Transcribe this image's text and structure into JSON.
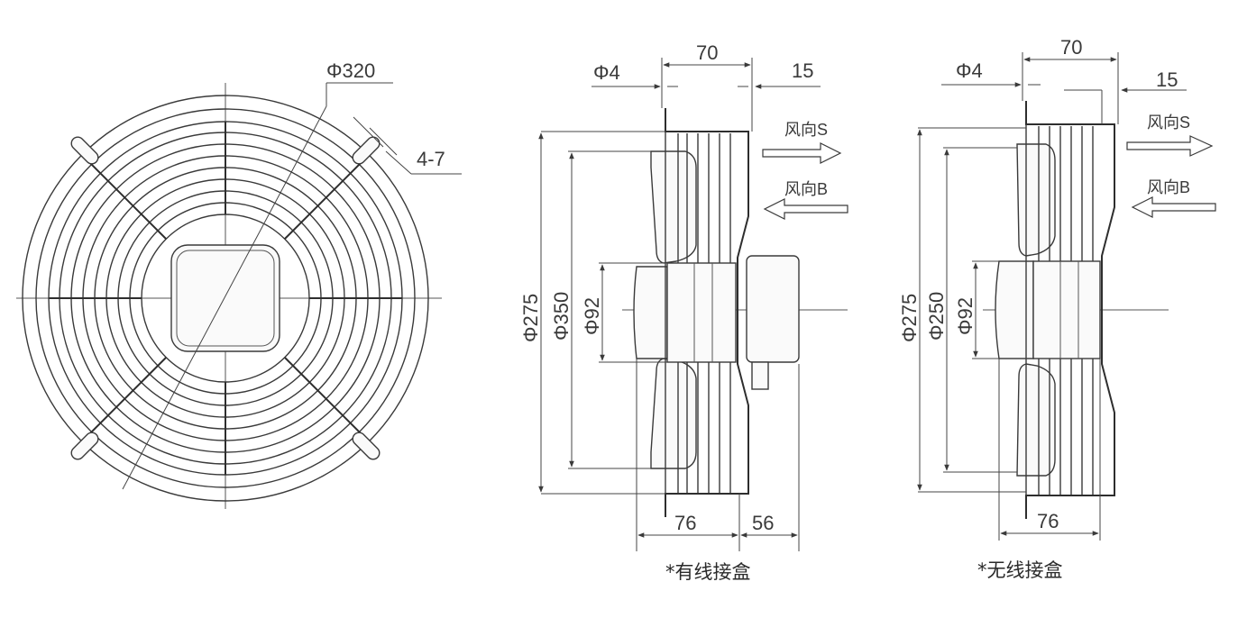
{
  "front_view": {
    "diameter": "Φ320",
    "hole_spec": "4-7"
  },
  "side_view_with_box": {
    "top_width": "70",
    "hole": "Φ4",
    "flange": "15",
    "dia_outer": "Φ275",
    "dia_guard": "Φ350",
    "dia_hub": "Φ92",
    "bottom_left": "76",
    "bottom_right": "56",
    "airflow_s": "风向S",
    "airflow_b": "风向B",
    "caption": "*有线接盒"
  },
  "side_view_no_box": {
    "top_width": "70",
    "hole": "Φ4",
    "flange": "15",
    "dia_outer": "Φ275",
    "dia_guard": "Φ250",
    "dia_hub": "Φ92",
    "bottom": "76",
    "airflow_s": "风向S",
    "airflow_b": "风向B",
    "caption": "*无线接盒"
  }
}
